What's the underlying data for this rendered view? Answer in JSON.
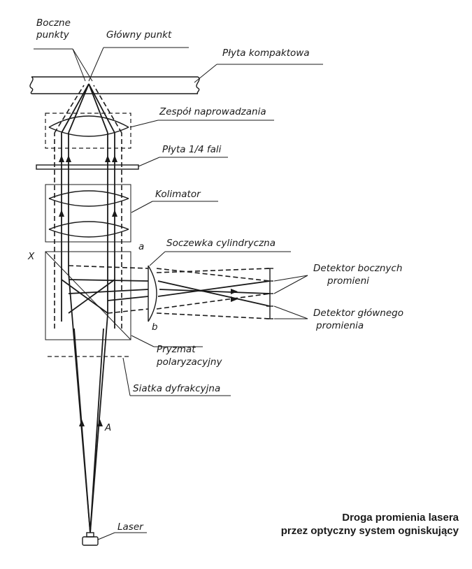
{
  "labels": {
    "boczne_1": "Boczne",
    "boczne_2": "punkty",
    "glowny_punkt": "Główny punkt",
    "plyta_kompaktowa": "Płyta kompaktowa",
    "zespol": "Zespół naprowadzania",
    "plyta_fali": "Płyta 1/4 fali",
    "kolimator": "Kolimator",
    "soczewka": "Soczewka cylindryczna",
    "x": "X",
    "a": "a",
    "b": "b",
    "det_boczny_1": "Detektor bocznych",
    "det_boczny_2": "promieni",
    "det_glowny_1": "Detektor głównego",
    "det_glowny_2": "promienia",
    "pryzmat_1": "Pryzmat",
    "pryzmat_2": "polaryzacyjny",
    "siatka": "Siatka dyfrakcyjna",
    "A": "A",
    "laser": "Laser"
  },
  "caption": {
    "line1": "Droga promienia lasera",
    "line2": "przez optyczny system ogniskujący"
  }
}
